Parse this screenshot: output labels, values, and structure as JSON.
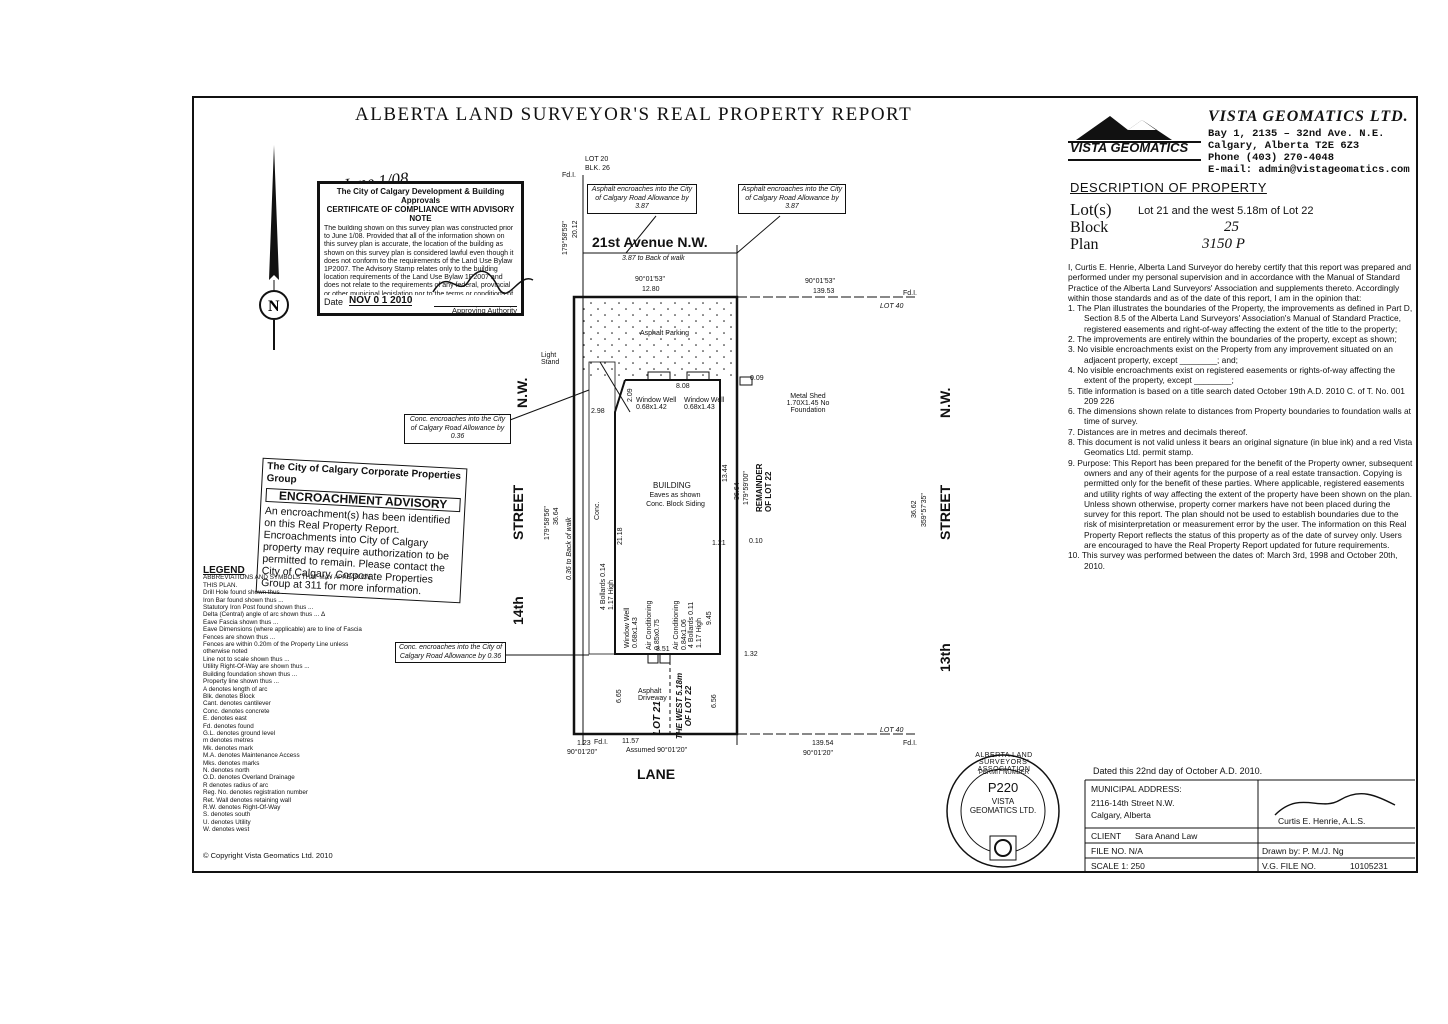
{
  "title": "ALBERTA LAND SURVEYOR'S REAL PROPERTY REPORT",
  "company": {
    "name": "VISTA GEOMATICS LTD.",
    "logo_text": "VISTA GEOMATICS",
    "address_lines": [
      "Bay 1, 2135 – 32nd Ave. N.E.",
      "Calgary, Alberta T2E 6Z3",
      "Phone (403) 270-4048",
      "E-mail: admin@vistageomatics.com"
    ]
  },
  "description": {
    "heading": "DESCRIPTION OF PROPERTY",
    "lot_label": "Lot(s)",
    "lot_value": "Lot 21 and the west 5.18m of Lot 22",
    "block_label": "Block",
    "block_value": "25",
    "plan_label": "Plan",
    "plan_value": "3150 P"
  },
  "certification": [
    "I, Curtis E. Henrie, Alberta Land Surveyor do hereby certify that this report was prepared and performed under my personal supervision and in accordance with the Manual of Standard Practice of the Alberta Land Surveyors' Association and supplements thereto. Accordingly within those standards and as of the date of this report, I am in the opinion that:",
    "1. The Plan illustrates the boundaries of the Property, the improvements as defined in Part D, Section 8.5 of the Alberta Land Surveyors' Association's Manual of Standard Practice, registered easements and right-of-way affecting the extent of the title to the property;",
    "2. The improvements are entirely within the boundaries of the property, except as shown;",
    "3. No visible encroachments exist on the Property from any improvement situated on an adjacent property, except ________; and;",
    "4. No visible encroachments exist on registered easements or rights-of-way affecting the extent of the property, except ________;",
    "5. Title information is based on a title search dated October 19th A.D. 2010 C. of T. No. 001 209 226",
    "6. The dimensions shown relate to distances from Property boundaries to foundation walls at time of survey.",
    "7. Distances are in metres and decimals thereof.",
    "8. This document is not valid unless it bears an original signature (in blue ink) and a red Vista Geomatics Ltd. permit stamp.",
    "9. Purpose: This Report has been prepared for the benefit of the Property owner, subsequent owners and any of their agents for the purpose of a real estate transaction. Copying is permitted only for the benefit of these parties. Where applicable, registered easements and utility rights of way affecting the extent of the property have been shown on the plan. Unless shown otherwise, property corner markers have not been placed during the survey for this report. The plan should not be used to establish boundaries due to the risk of misinterpretation or measurement error by the user. The information on this Real Property Report reflects the status of this property as of the date of survey only. Users are encouraged to have the Real Property Report updated for future requirements.",
    "10. This survey was performed between the dates of: March 3rd, 1998 and October 20th, 2010."
  ],
  "stamp_compliance": {
    "handwritten": "June 1/08",
    "heading1": "The City of Calgary Development & Building Approvals",
    "heading2": "CERTIFICATE OF COMPLIANCE WITH ADVISORY NOTE",
    "body": "The building shown on this survey plan was constructed prior to June 1/08. Provided that all of the information shown on this survey plan is accurate, the location of the building as shown on this survey plan is considered lawful even though it does not conform to the requirements of the Land Use Bylaw 1P2007. The Advisory Stamp relates only to the building location requirements of the Land Use Bylaw 1P2007 and does not relate to the requirements of any federal, provincial or other municipal legislation nor to the terms or conditions of any easement, covenant, building scheme, agreement or other document affecting the building or land.",
    "date_label": "Date",
    "date_value": "NOV 0 1 2010",
    "authority": "Approving Authority"
  },
  "stamp_encroachment": {
    "heading": "The City of Calgary Corporate Properties Group",
    "title": "ENCROACHMENT ADVISORY",
    "body": "An encroachment(s) has been identified on this Real Property Report. Encroachments into City of Calgary property may require authorization to be permitted to remain. Please contact the City of Calgary, Corporate Properties Group at 311 for more information."
  },
  "legend": {
    "heading": "LEGEND",
    "items": [
      "ABBREVIATIONS AND SYMBOLS THAT MAY APPEAR ON THIS PLAN.",
      "Drill Hole found shown thus ...",
      "Iron Bar found shown thus ...",
      "Statutory Iron Post found shown thus ...",
      "Delta (Central) angle of arc shown thus ... Δ",
      "Eave Fascia shown thus ...",
      "Eave Dimensions (where applicable) are to line of Fascia",
      "Fences are shown thus ...",
      "Fences are within 0.20m of the Property Line unless otherwise noted",
      "Line not to scale shown thus ...",
      "Utility Right-Of-Way are shown thus ...",
      "Building foundation shown thus ...",
      "Property line shown thus ...",
      "A denotes length of arc",
      "Blk. denotes Block",
      "Cant. denotes cantilever",
      "Conc. denotes concrete",
      "E. denotes east",
      "Fd. denotes found",
      "G.L. denotes ground level",
      "m denotes metres",
      "Mk. denotes mark",
      "M.A. denotes Maintenance Access",
      "Mks. denotes marks",
      "N. denotes north",
      "O.D. denotes Overland Drainage",
      "R denotes radius of arc",
      "Reg. No. denotes registration number",
      "Ret. Wall denotes retaining wall",
      "R.W. denotes Right-Of-Way",
      "S. denotes south",
      "U. denotes Utility",
      "W. denotes west"
    ]
  },
  "copyright": "© Copyright Vista Geomatics Ltd. 2010",
  "plan": {
    "street_north": "21st Avenue N.W.",
    "street_west_a": "14th",
    "street_west_b": "STREET",
    "street_west_c": "N.W.",
    "street_east_a": "13th",
    "street_east_b": "STREET",
    "street_east_c": "N.W.",
    "lane": "LANE",
    "lot20": "LOT 20",
    "blk26": "BLK. 26",
    "lot40a": "LOT 40",
    "lot40b": "LOT 40",
    "callout1": "Asphalt encroaches into the City of Calgary Road Allowance by 3.87",
    "callout2": "Asphalt encroaches into the City of Calgary Road Allowance by 3.87",
    "callout3": "Conc. encroaches into the City of Calgary Road Allowance by 0.36",
    "callout4": "Conc. encroaches into the City of Calgary Road Allowance by 0.36",
    "back_of_walk": "3.87 to Back of walk",
    "angle_top": "90°01'53\"",
    "dim_top": "12.80",
    "angle_top_right": "90°01'53\"",
    "dim_top_right": "139.53",
    "asphalt_parking": "Asphalt  Parking",
    "light_stand": "Light Stand",
    "dim_808": "8.08",
    "dim_009": "0.09",
    "window_well1": "Window Well 0.68x1.42",
    "window_well2": "Window Well 0.68x1.43",
    "metal_shed": "Metal Shed 1.70X1.45 No Foundation",
    "dim_298": "2.98",
    "dim_209": "2.09",
    "building": "BUILDING",
    "eaves": "Eaves as shown",
    "siding": "Conc. Block Siding",
    "dim_1344": "13.44",
    "dim_2118": "21.18",
    "dim_121": "1.21",
    "dim_010": "0.10",
    "remainder": "REMAINDER OF LOT 22",
    "dim_side_left": "36.64",
    "angle_left": "179°58'56\"",
    "dim_left_walk": "0.36 to Back of walk",
    "dim_side_right": "36.64",
    "angle_right": "179°59'00\"",
    "dim_side_far": "36.62",
    "angle_far": "359°57'35\"",
    "dim_2012": "20.12",
    "angle_topleft": "179°58'59\"",
    "conc": "Conc.",
    "bollards1": "4 Bollards 0.14 1.17 High",
    "window_well3": "Window Well 0.68x1.43",
    "aircon1": "Air Conditioning 0.85x0.75",
    "aircon2": "Air Conditioning 0.84x1.06",
    "bollards2": "4 Bollards 0.11 1.17 High",
    "dim_945": "9.45",
    "dim_851": "8.51",
    "dim_132": "1.32",
    "lot21": "LOT 21",
    "asphalt_driveway": "Asphalt Driveway",
    "west_518": "THE WEST 5.18m OF LOT 22",
    "dim_665": "6.65",
    "dim_656": "6.56",
    "dim_bottom": "11.57",
    "assumed": "Assumed 90°01'20\"",
    "angle_bl": "90°01'20\"",
    "dim_123": "1.23",
    "dim_bottom_right": "139.54",
    "angle_br": "90°01'20\"",
    "fdi": "Fd.I."
  },
  "permit_seal": {
    "ring": "ALBERTA LAND SURVEYORS' ASSOCIATION",
    "permit_label": "PERMIT NUMBER",
    "number": "P220",
    "line1": "VISTA",
    "line2": "GEOMATICS LTD."
  },
  "title_block": {
    "dated": "Dated this 22nd day of    October    A.D. 2010.",
    "municipal_label": "MUNICIPAL ADDRESS:",
    "address1": "2116-14th Street N.W.",
    "address2": "Calgary, Alberta",
    "surveyor": "Curtis E. Henrie, A.L.S.",
    "client_label": "CLIENT",
    "client": "Sara Anand Law",
    "file_label": "FILE NO.  N/A",
    "drawn": "Drawn by:  P. M./J. Ng",
    "scale": "SCALE 1: 250",
    "vg_label": "V.G. FILE NO.",
    "vg_value": "10105231"
  }
}
